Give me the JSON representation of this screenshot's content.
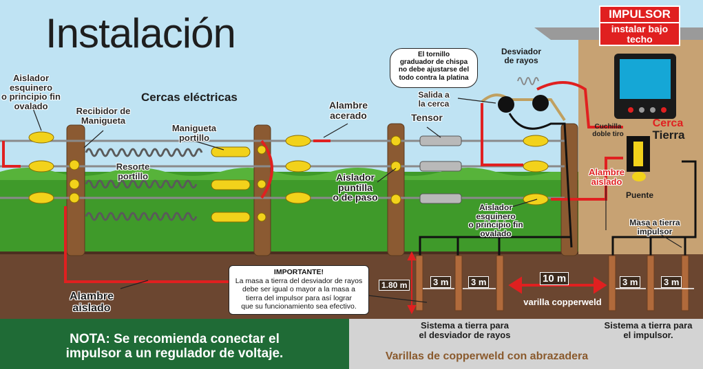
{
  "title": "Instalación",
  "colors": {
    "sky": "#bfe3f3",
    "grass": "#3f9a2a",
    "ground": "#6b4630",
    "wall": "#c7a273",
    "wire_red": "#e02020",
    "insulator": "#f2d21b"
  },
  "impulsor": {
    "title": "IMPULSOR",
    "subtitle": "instalar bajo\ntecho"
  },
  "labels": {
    "aislador_esquinero_left": "Aislador\nesquinero\no principio fin\novalado",
    "cercas_electricas": "Cercas eléctricas",
    "recibidor": "Recibidor de\nManigueta",
    "manigueta": "Manigueta\nportillo",
    "resorte": "Resorte\nportillo",
    "alambre_acerado": "Alambre\nacerado",
    "tensor": "Tensor",
    "aislador_puntilla": "Aislador\npuntilla\no de paso",
    "aislador_esquinero_right": "Aislador\nesquinero\no principio fin\novalado",
    "tornillo": "El tornillo\ngraduador de chispa\nno debe ajustarse del\ntodo contra la platina",
    "desviador": "Desviador\nde rayos",
    "salida": "Salida a\nla cerca",
    "cuchilla": "Cuchilla\ndoble tiro",
    "cerca": "Cerca",
    "tierra": "Tierra",
    "alambre_aislado_right": "Alambre\naislado",
    "puente": "Puente",
    "masa_tierra": "Masa a tierra\nimpulsor",
    "alambre_aislado_left": "Alambre\naislado",
    "dim_180": "1.80 m",
    "dim_3m": "3 m",
    "dim_10m": "10 m",
    "varilla": "varilla copperweld",
    "sistema_desviador": "Sistema a tierra para\nel desviador de rayos",
    "sistema_impulsor": "Sistema a tierra para\nel impulsor."
  },
  "importante": {
    "heading": "IMPORTANTE!",
    "body": "La masa a tierra del desviador de rayos\ndebe ser igual o mayor a la masa a\ntierra  del impulsor para así lograr\nque su funcionamiento sea efectivo."
  },
  "nota": "NOTA: Se recomienda conectar el\nimpulsor a un regulador de voltaje.",
  "varillas_caption": "Varillas de copperweld con abrazadera"
}
